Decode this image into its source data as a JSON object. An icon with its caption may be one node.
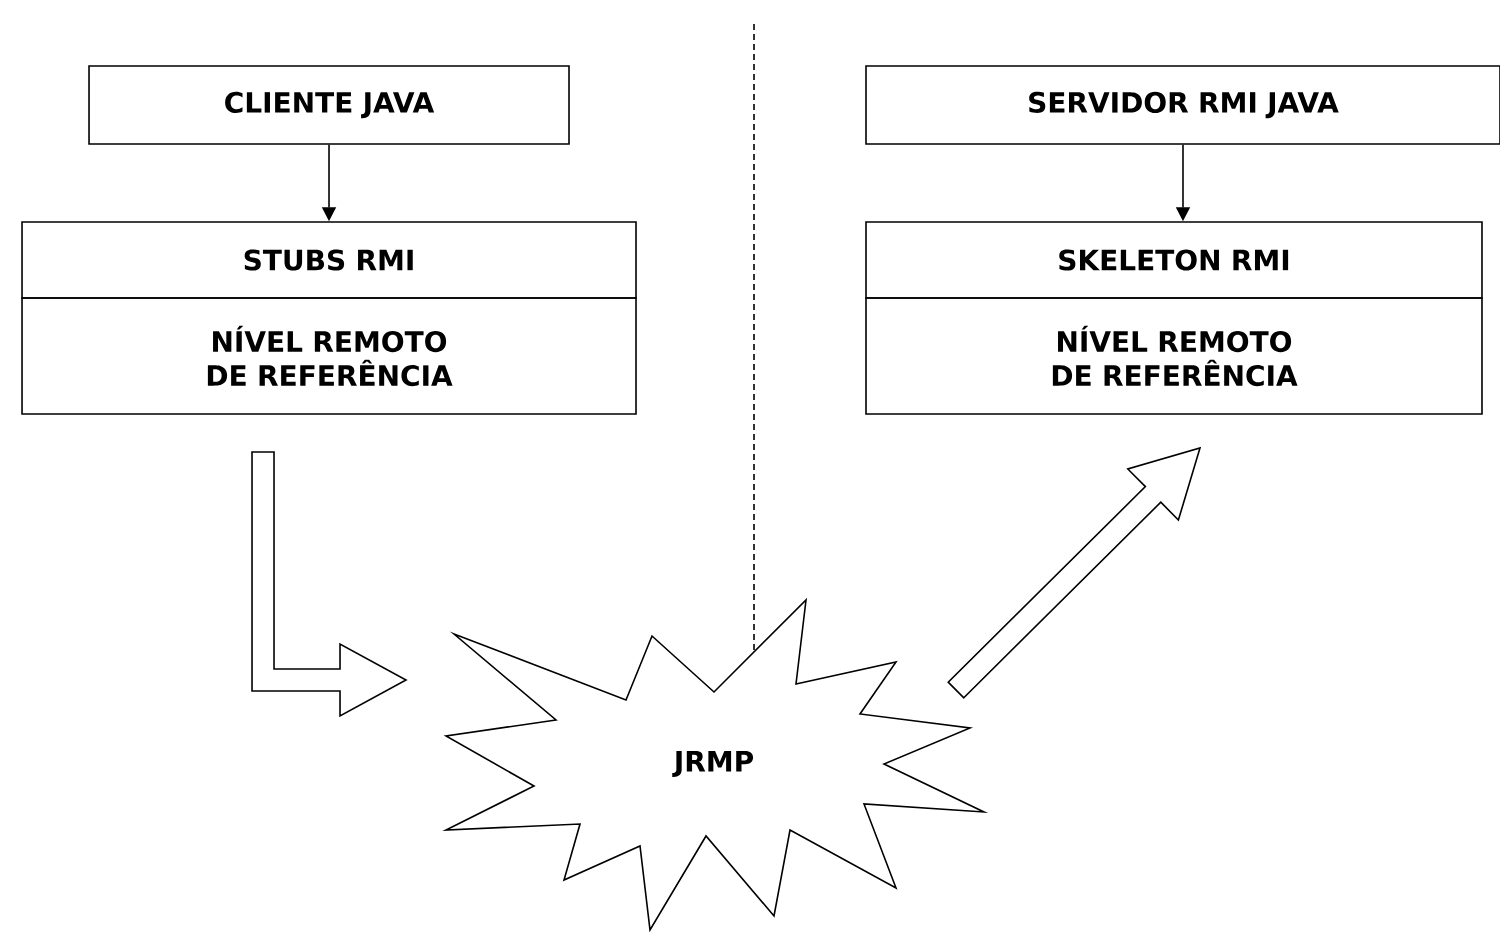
{
  "diagram": {
    "nodes": [
      {
        "text": [
          "CLIENTE JAVA"
        ]
      },
      {
        "text": [
          "STUBS RMI"
        ]
      },
      {
        "text": [
          "NÍVEL REMOTO DE REFERÊNCIA"
        ]
      },
      {
        "text": [
          "SERVIDOR RMI JAVA"
        ]
      },
      {
        "text": [
          "SKELETON RMI"
        ]
      },
      {
        "text": [
          "NÍVEL REMOTO DE REFERÊNCIA"
        ]
      },
      {
        "text": [
          "JRMP"
        ]
      }
    ],
    "edges": [
      {
        "from": 0,
        "to": 1,
        "arrow": "to"
      },
      {
        "from": 3,
        "to": 4,
        "arrow": "to"
      },
      {
        "from": 2,
        "to": 6,
        "arrow": "to",
        "style": "thick"
      },
      {
        "from": 6,
        "to": 5,
        "arrow": "to",
        "style": "thick"
      }
    ]
  }
}
